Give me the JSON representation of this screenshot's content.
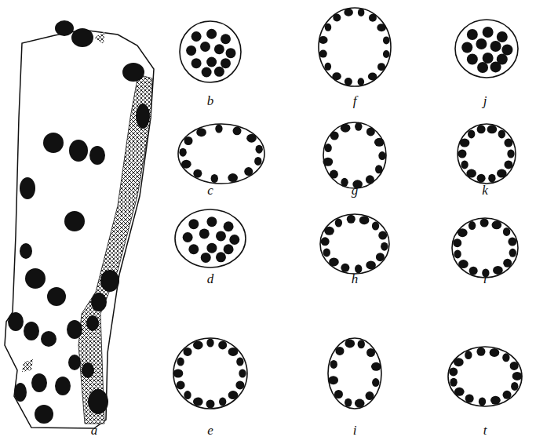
{
  "diagram": {
    "labels": [
      "b",
      "f",
      "j",
      "c",
      "g",
      "k",
      "d",
      "h",
      "l",
      "a",
      "e",
      "i",
      "t"
    ]
  }
}
